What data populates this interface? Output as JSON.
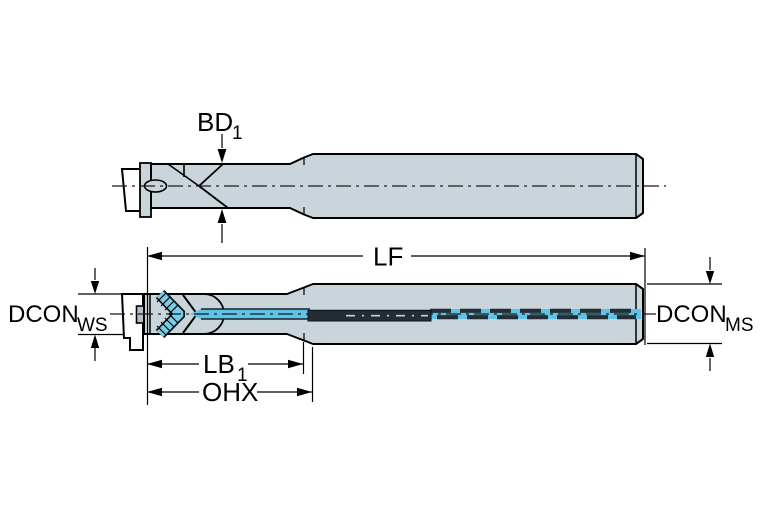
{
  "drawing": {
    "type": "technical-drawing",
    "views": [
      "side-view",
      "coolant-section-view"
    ],
    "labels": {
      "bd1": {
        "base": "BD",
        "sub": "1"
      },
      "lf": "LF",
      "dcon_ws": {
        "base": "DCON",
        "sub": "WS"
      },
      "dcon_ms": {
        "base": "DCON",
        "sub": "MS"
      },
      "lb1": {
        "base": "LB",
        "sub": "1"
      },
      "ohx": "OHX"
    },
    "colors": {
      "tool-body": "#c9d4db",
      "tool-outline": "#000000",
      "insert-cyan": "#77cde9",
      "channel-cyan": "#5ec3e6",
      "slot-dark": "#232d33",
      "dim-line": "#000000",
      "background": "#ffffff"
    }
  }
}
